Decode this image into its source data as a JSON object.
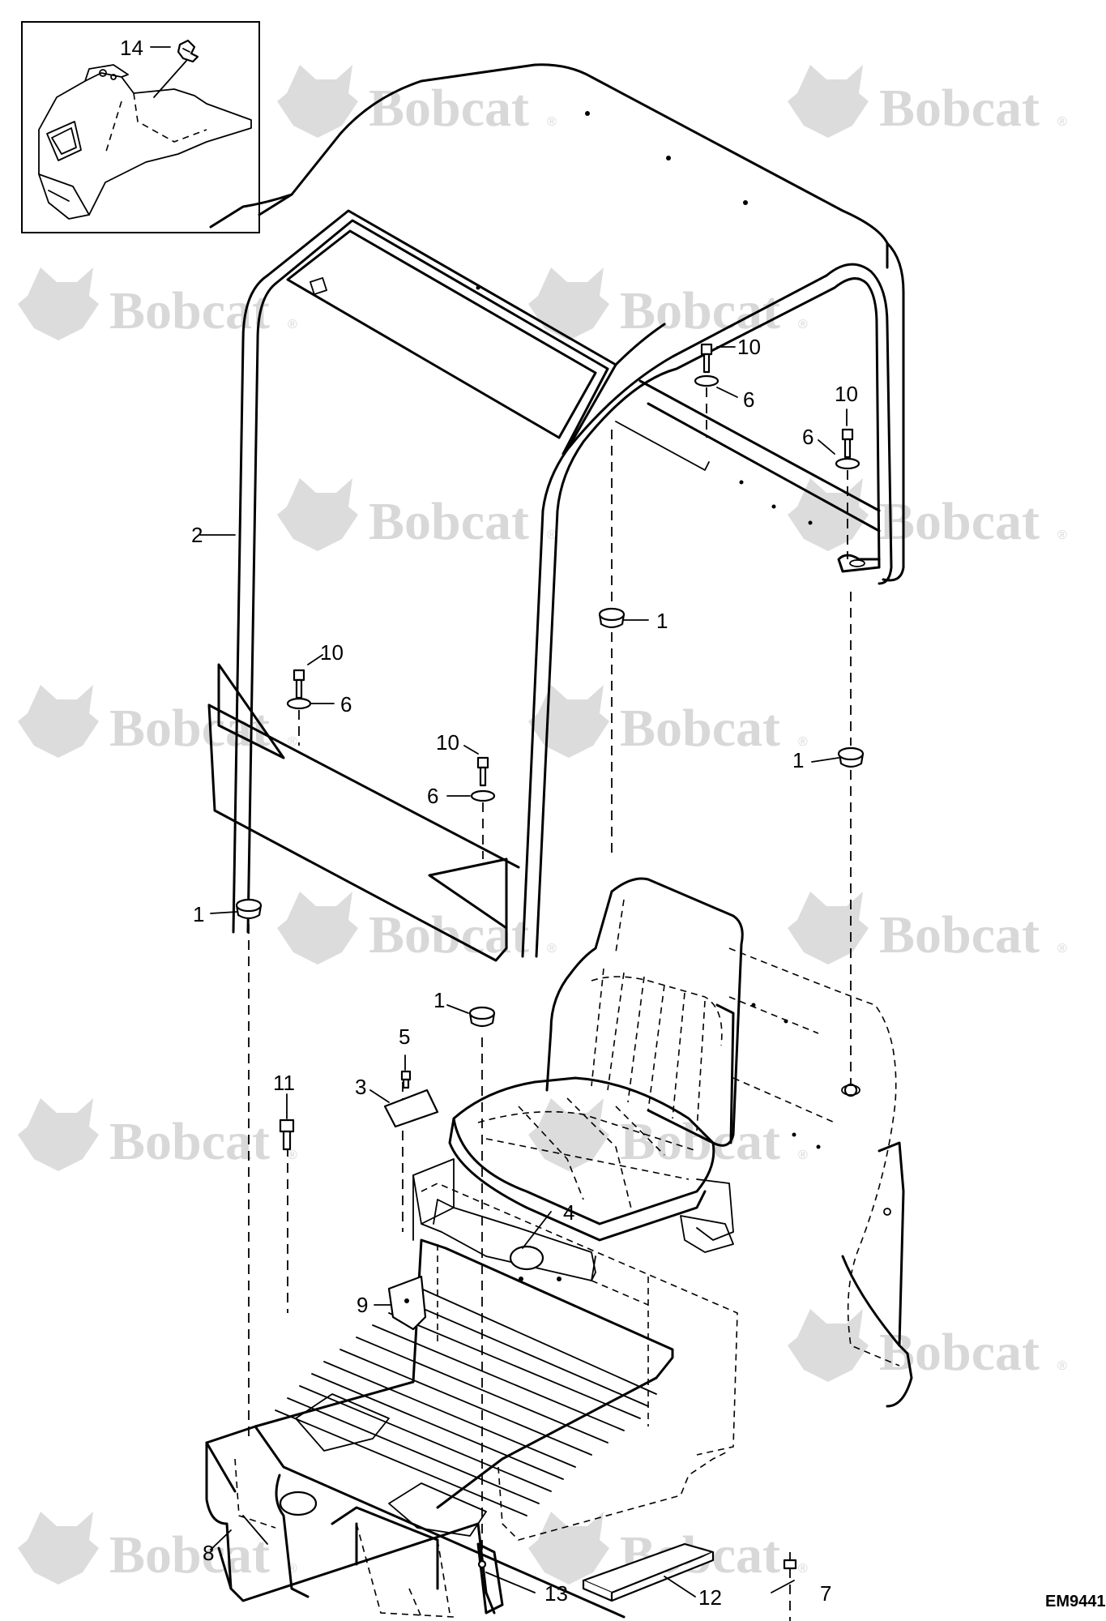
{
  "watermark": {
    "brand": "Bobcat",
    "registered_mark": "®"
  },
  "figure_code": "EM9441",
  "callouts": [
    {
      "id": "c14-a",
      "label": "14"
    },
    {
      "id": "c2",
      "label": "2"
    },
    {
      "id": "c10-a",
      "label": "10"
    },
    {
      "id": "c6-a",
      "label": "6"
    },
    {
      "id": "c10-b",
      "label": "10"
    },
    {
      "id": "c6-b",
      "label": "6"
    },
    {
      "id": "c1-a",
      "label": "1"
    },
    {
      "id": "c10-c",
      "label": "10"
    },
    {
      "id": "c6-c",
      "label": "6"
    },
    {
      "id": "c10-d",
      "label": "10"
    },
    {
      "id": "c6-d",
      "label": "6"
    },
    {
      "id": "c1-b",
      "label": "1"
    },
    {
      "id": "c1-c",
      "label": "1"
    },
    {
      "id": "c1-d",
      "label": "1"
    },
    {
      "id": "c5",
      "label": "5"
    },
    {
      "id": "c3",
      "label": "3"
    },
    {
      "id": "c11",
      "label": "11"
    },
    {
      "id": "c4",
      "label": "4"
    },
    {
      "id": "c9",
      "label": "9"
    },
    {
      "id": "c8",
      "label": "8"
    },
    {
      "id": "c7",
      "label": "7"
    },
    {
      "id": "c13",
      "label": "13"
    },
    {
      "id": "c12",
      "label": "12"
    }
  ]
}
